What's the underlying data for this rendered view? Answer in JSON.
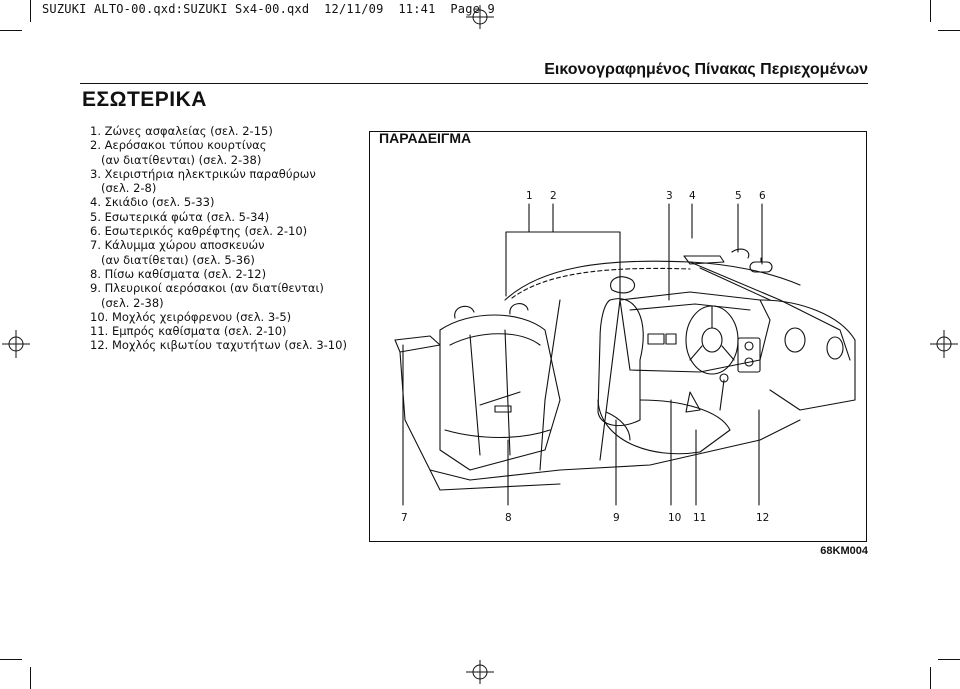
{
  "slug_line": "SUZUKI ALTO-00.qxd:SUZUKI Sx4-00.qxd  12/11/09  11:41  Page 9",
  "header_title": "Εικονογραφημένος Πίνακας Περιεχομένων",
  "section_title": "ΕΣΩΤΕΡΙΚΑ",
  "toc": [
    "1. Ζώνες ασφαλείας (σελ. 2-15)",
    "2. Αερόσακοι τύπου κουρτίνας",
    "   (αν διατίθενται) (σελ. 2-38)",
    "3. Χειριστήρια ηλεκτρικών παραθύρων",
    "   (σελ. 2-8)",
    "4. Σκιάδιο (σελ. 5-33)",
    "5. Εσωτερικά φώτα (σελ. 5-34)",
    "6. Εσωτερικός καθρέφτης (σελ. 2-10)",
    "7. Κάλυμμα χώρου αποσκευών",
    "   (αν διατίθεται) (σελ. 5-36)",
    "8. Πίσω καθίσματα (σελ. 2-12)",
    "9. Πλευρικοί αερόσακοι (αν διατίθενται)",
    "   (σελ. 2-38)",
    "10. Μοχλός χειρόφρενου (σελ. 3-5)",
    "11. Εμπρός καθίσματα (σελ. 2-10)",
    "12. Μοχλός κιβωτίου ταχυτήτων (σελ. 3-10)"
  ],
  "figure_label": "ΠΑΡΑΔΕΙΓΜΑ",
  "callouts_top": [
    "1",
    "2",
    "3",
    "4",
    "5",
    "6"
  ],
  "callouts_bottom": [
    "7",
    "8",
    "9",
    "10",
    "11",
    "12"
  ],
  "figure_code": "68KM004"
}
